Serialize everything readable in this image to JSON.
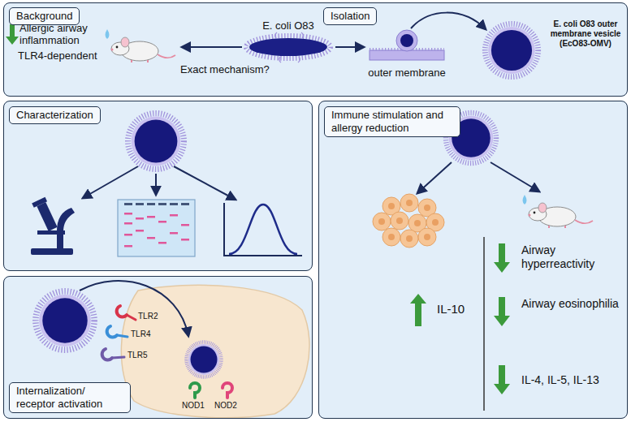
{
  "diagram": {
    "nodes": [
      {
        "text": [
          "Background",
          "Isolation"
        ]
      },
      {
        "text": [
          "Characterization"
        ]
      },
      {
        "text": [
          "Internalization/ receptor activation"
        ]
      },
      {
        "text": [
          "Immune stimulation and allergy reduction"
        ]
      }
    ],
    "labels": [
      "Allergic airway inflammation",
      "TLR4-dependent",
      "E. coli O83",
      "Exact mechanism?",
      "outer membrane",
      "E. coli O83 outer membrane vesicle (EcO83-OMV)",
      "TLR2",
      "TLR4",
      "TLR5",
      "NOD1",
      "NOD2",
      "IL-10",
      "Airway hyperreactivity",
      "Airway eosinophilia",
      "IL-4, IL-5, IL-13"
    ]
  }
}
